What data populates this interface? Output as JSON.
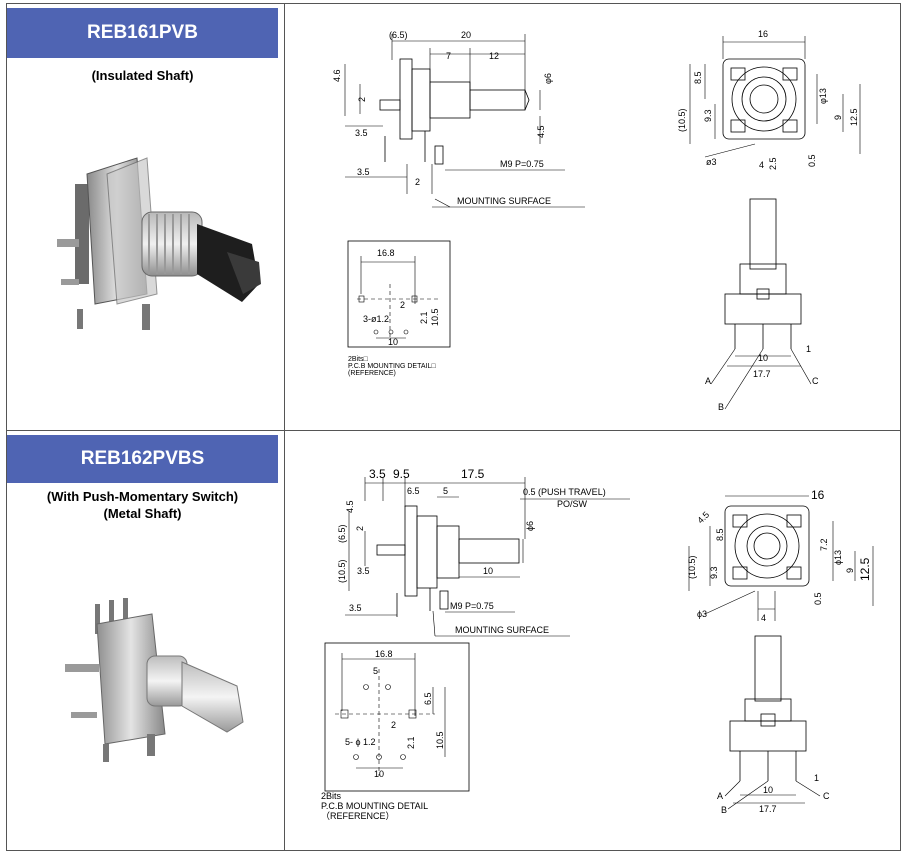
{
  "products": [
    {
      "name": "REB161PVB",
      "description": [
        "(Insulated Shaft)"
      ],
      "side_view": {
        "top_dims": [
          "(6.5)",
          "20",
          "7",
          "12"
        ],
        "left_dims": [
          "4.6",
          "2",
          "3.5",
          "3.5"
        ],
        "right_dims": [
          "φ6",
          "4.5"
        ],
        "bottom_dims": [
          "2"
        ],
        "thread_label": "M9 P=0.75",
        "mounting_label": "MOUNTING SURFACE"
      },
      "front_view": {
        "width": "16",
        "left_dims": [
          "(10.5)",
          "8.5",
          "9.3"
        ],
        "right_dims": [
          "φ13",
          "9",
          "12.5",
          "0.5"
        ],
        "hole_label": "ø3",
        "bottom_dims": [
          "4",
          "2.5"
        ]
      },
      "pcb_detail": {
        "dims": [
          "16.8",
          "2",
          "2.1",
          "10.5",
          "3-ø1.2",
          "10"
        ],
        "caption": [
          "2Bits□",
          "P.C.B MOUNTING DETAIL□",
          "(REFERENCE)"
        ]
      },
      "pin_view": {
        "pins": [
          "A",
          "B",
          "C"
        ],
        "dims": [
          "1",
          "10",
          "17.7"
        ]
      }
    },
    {
      "name": "REB162PVBS",
      "description": [
        "(With Push-Momentary Switch)",
        "(Metal Shaft)"
      ],
      "side_view": {
        "top_dims": [
          "3.5",
          "9.5",
          "17.5",
          "6.5",
          "5"
        ],
        "push_label": "0.5  (PUSH TRAVEL)",
        "po_label": "PO/SW",
        "left_dims": [
          "4.5",
          "(6.5)",
          "2",
          "(10.5)",
          "3.5",
          "3.5"
        ],
        "right_dims": [
          "ϕ6",
          "10"
        ],
        "thread_label": "M9 P=0.75",
        "mounting_label": "MOUNTING SURFACE"
      },
      "front_view": {
        "width": "16",
        "left_dims": [
          "4.5",
          "8.5",
          "(10.5)",
          "9.3"
        ],
        "right_dims": [
          "7.2",
          "ϕ13",
          "9",
          "12.5",
          "0.5"
        ],
        "hole_label": "ϕ3",
        "bottom_dims": [
          "4"
        ]
      },
      "pcb_detail": {
        "dims": [
          "16.8",
          "5",
          "6.5",
          "2",
          "10.5",
          "2.1",
          "5- ϕ 1.2",
          "10"
        ],
        "caption": [
          "2Bits",
          "P.C.B MOUNTING DETAIL",
          "（REFERENCE）"
        ]
      },
      "pin_view": {
        "pins": [
          "A",
          "B",
          "C"
        ],
        "dims": [
          "1",
          "10",
          "17.7"
        ]
      }
    }
  ]
}
